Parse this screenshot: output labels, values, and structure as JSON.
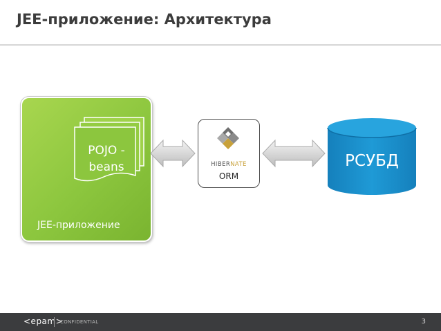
{
  "slide": {
    "title": "JEE-приложение: Архитектура"
  },
  "diagram": {
    "app_container_label": "JEE-приложение",
    "beans_line1": "POJO -",
    "beans_line2": "beans",
    "orm_logo_text_part1": "HIBER",
    "orm_logo_text_part2": "NATE",
    "orm_label": "ORM",
    "database_label": "РСУБД"
  },
  "footer": {
    "logo_text": "<epam>",
    "confidential": "CONFIDENTIAL",
    "page_number": "3"
  },
  "colors": {
    "app_green": "#8cc63e",
    "beans_green": "#8cc63e",
    "database_blue": "#1a8fc8",
    "footer_bg": "#3b3c3e",
    "title_text": "#3c3c3c",
    "hibernate_orange": "#c8a13a"
  },
  "icons": [
    "bidirectional-arrow-icon",
    "hibernate-logo",
    "database-cylinder-icon",
    "document-stack-icon"
  ]
}
